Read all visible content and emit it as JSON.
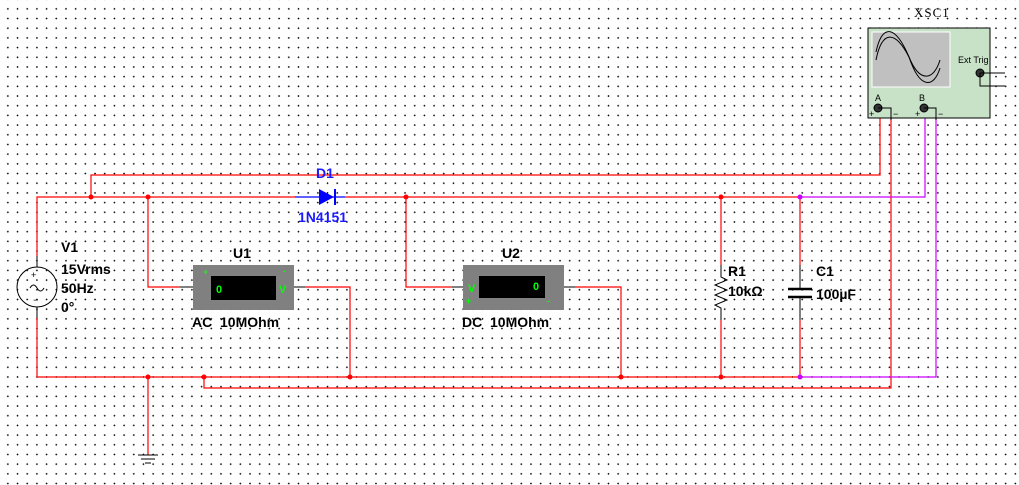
{
  "colors": {
    "wire": "#ff0000",
    "probe_b_wire": "#cc00ff",
    "diode": "#0000ff",
    "scope_body": "#c8e2c8",
    "meter_body": "#808080",
    "meter_text": "#00ff00"
  },
  "components": {
    "v1": {
      "ref": "V1",
      "voltage": "15Vrms",
      "frequency": "50Hz",
      "phase": "0°"
    },
    "d1": {
      "ref": "D1",
      "model": "1N4151"
    },
    "u1": {
      "ref": "U1",
      "reading": "0",
      "unit": "V",
      "plus": "+",
      "minus": "-",
      "mode": "AC  10MOhm"
    },
    "u2": {
      "ref": "U2",
      "reading": "0",
      "unit": "V",
      "plus": "+",
      "minus": "-",
      "mode": "DC  10MOhm"
    },
    "r1": {
      "ref": "R1",
      "value": "10kΩ"
    },
    "c1": {
      "ref": "C1",
      "value": "100µF"
    },
    "xsc1": {
      "ref": "XSC1",
      "channel_a": "A",
      "channel_b": "B",
      "ext_trig": "Ext Trig",
      "plus": "+",
      "minus": "−"
    }
  }
}
